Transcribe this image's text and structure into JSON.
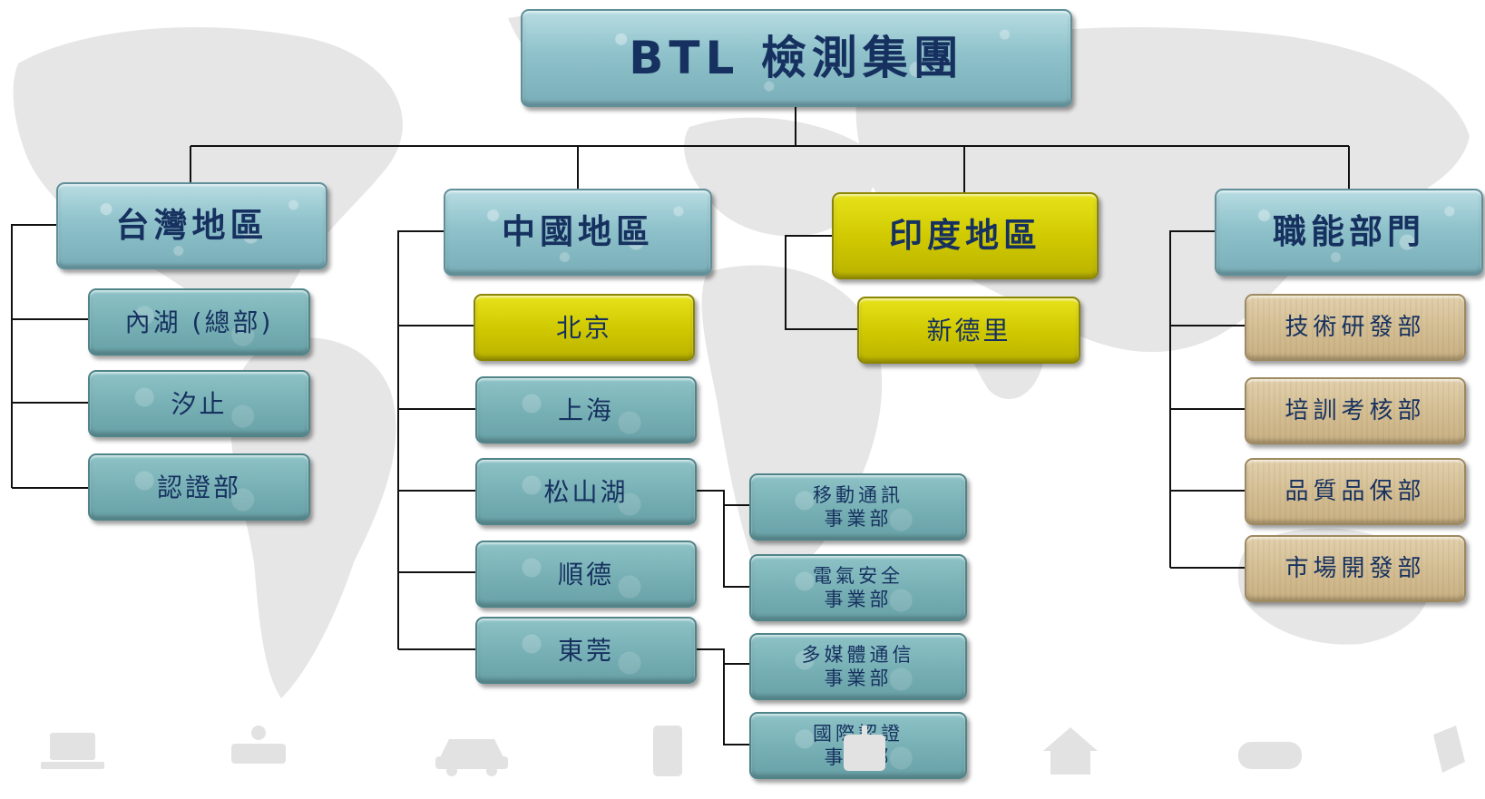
{
  "title": "BTL 檢測集團",
  "colors": {
    "blue_box": "#8fc2cb",
    "teal_box": "#76afb4",
    "yellow_box": "#cfc800",
    "tan_box": "#d3bd92",
    "text": "#16315f",
    "connector": "#111111"
  },
  "regions": [
    {
      "name": "台灣地區",
      "style": "blue",
      "branches": [
        "內湖 (總部)",
        "汐止",
        "認證部"
      ]
    },
    {
      "name": "中國地區",
      "style": "blue",
      "branches": [
        "北京",
        "上海",
        "松山湖",
        "順德",
        "東莞"
      ]
    },
    {
      "name": "印度地區",
      "style": "yellow",
      "branches": [
        "新德里"
      ]
    },
    {
      "name": "職能部門",
      "style": "blue",
      "branches": [
        "技術研發部",
        "培訓考核部",
        "品質品保部",
        "市場開發部"
      ]
    }
  ],
  "business_units": [
    {
      "line1": "移動通訊",
      "line2": "事業部"
    },
    {
      "line1": "電氣安全",
      "line2": "事業部"
    },
    {
      "line1": "多媒體通信",
      "line2": "事業部"
    },
    {
      "line1": "國際認證",
      "line2": "事業部"
    }
  ],
  "bottom_icons": [
    "laptop-icon",
    "router-icon",
    "car-icon",
    "phone-icon",
    "medical-device-icon",
    "house-icon",
    "game-controller-icon",
    "hand-device-icon"
  ]
}
